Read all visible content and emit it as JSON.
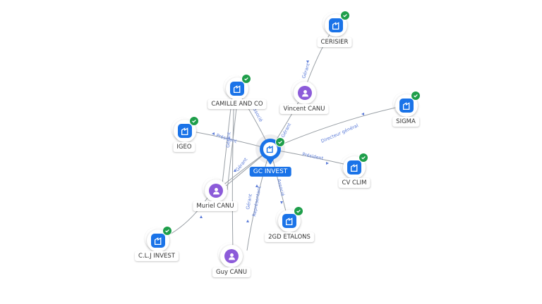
{
  "center": {
    "label": "GC INVEST",
    "type": "company"
  },
  "nodes": [
    {
      "id": "cerisier",
      "label": "CERISIER",
      "type": "company",
      "verified": true
    },
    {
      "id": "camille",
      "label": "CAMILLE AND CO",
      "type": "company",
      "verified": true
    },
    {
      "id": "vincent",
      "label": "Vincent CANU",
      "type": "person",
      "verified": false
    },
    {
      "id": "sigma",
      "label": "SIGMA",
      "type": "company",
      "verified": true
    },
    {
      "id": "igeo",
      "label": "IGEO",
      "type": "company",
      "verified": true
    },
    {
      "id": "cvclim",
      "label": "CV CLIM",
      "type": "company",
      "verified": true
    },
    {
      "id": "muriel",
      "label": "Muriel CANU",
      "type": "person",
      "verified": false
    },
    {
      "id": "gdetalons",
      "label": "2GD ETALONS",
      "type": "company",
      "verified": true
    },
    {
      "id": "clj",
      "label": "C.L.J INVEST",
      "type": "company",
      "verified": true
    },
    {
      "id": "guy",
      "label": "Guy CANU",
      "type": "person",
      "verified": false
    }
  ],
  "edge_labels": {
    "vincent_center": "Gérant",
    "vincent_cerisier": "Gérant",
    "sigma": "Directeur général",
    "cvclim": "Président",
    "igeo": "Président",
    "camille": "Associé",
    "muriel_gerant_1": "Gérant",
    "muriel_gerant_2": "Gérant",
    "gdetalons": "Associé",
    "guy_gerant": "Gérant",
    "guy_representant": "Représentant"
  },
  "colors": {
    "company": "#1a73e8",
    "person": "#8c5bd9",
    "verified": "#1e9e4a",
    "edge": "#9aa0a6",
    "edge_text": "#5b7bd8"
  },
  "icons": {
    "company": "building-icon",
    "person": "user-icon",
    "verified": "check-icon"
  }
}
